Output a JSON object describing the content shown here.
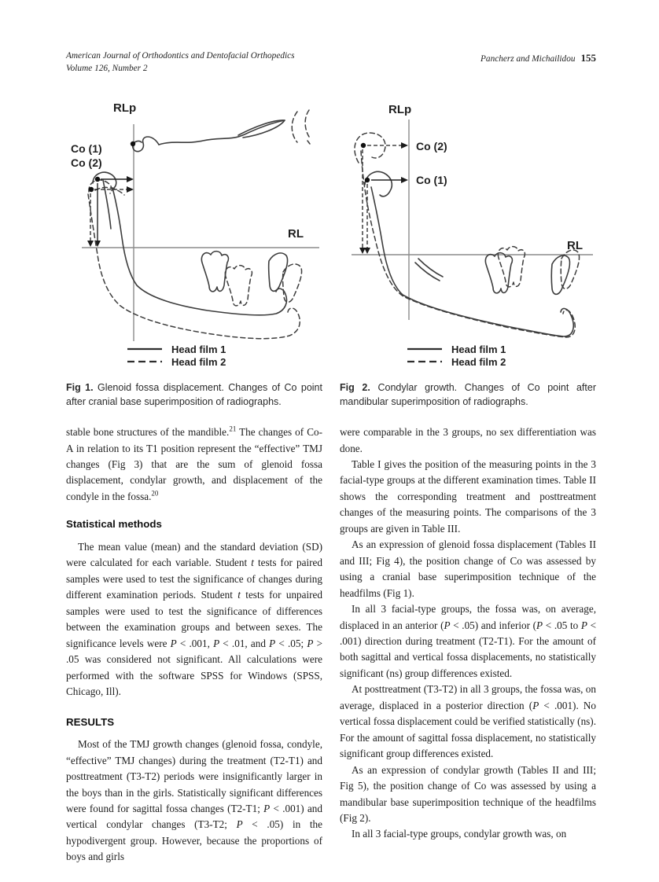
{
  "header": {
    "journal": "American Journal of Orthodontics and Dentofacial Orthopedics",
    "volume": "Volume 126, Number 2",
    "running_authors": "Pancherz and Michailidou",
    "page_number": "155"
  },
  "figures": {
    "fig1": {
      "labels": {
        "rlp": "RLp",
        "rl": "RL",
        "co1": "Co (1)",
        "co2": "Co (2)"
      },
      "legend": {
        "film1": "Head film 1",
        "film2": "Head film 2"
      },
      "caption_label": "Fig 1.",
      "caption_text": " Glenoid fossa displacement. Changes of Co point after cranial base superimposition of radiographs."
    },
    "fig2": {
      "labels": {
        "rlp": "RLp",
        "rl": "RL",
        "co1": "Co (1)",
        "co2": "Co (2)"
      },
      "legend": {
        "film1": "Head film 1",
        "film2": "Head film 2"
      },
      "caption_label": "Fig 2.",
      "caption_text": " Condylar growth. Changes of Co point after mandibular superimposition of radiographs."
    }
  },
  "left_column": {
    "p1a": "stable bone structures of the mandible.",
    "p1ref1": "21",
    "p1b": " The changes of Co-A in relation to its T1 position represent the “effective” TMJ changes (Fig 3) that are the sum of glenoid fossa displacement, condylar growth, and displacement of the condyle in the fossa.",
    "p1ref2": "20",
    "stat_heading": "Statistical methods",
    "stats": {
      "s0": "The mean value (mean) and the standard deviation (SD) were calculated for each variable. Student ",
      "i0": "t",
      "s1": " tests for paired samples were used to test the significance of changes during different examination periods. Student ",
      "i1": "t",
      "s2": " tests for unpaired samples were used to test the significance of differences between the examination groups and between sexes. The significance levels were ",
      "i2": "P",
      "s3": " < .001, ",
      "i3": "P",
      "s4": " < .01, and ",
      "i4": "P",
      "s5": " < .05; ",
      "i5": "P",
      "s6": " > .05 was considered not significant. All calculations were performed with the software SPSS for Windows (SPSS, Chicago, Ill)."
    },
    "results_heading": "RESULTS",
    "results": {
      "s0": "Most of the TMJ growth changes (glenoid fossa, condyle, “effective” TMJ changes) during the treatment (T2-T1) and posttreatment (T3-T2) periods were insignificantly larger in the boys than in the girls. Statistically significant differences were found for sagittal fossa changes (T2-T1; ",
      "i0": "P",
      "s1": " < .001) and vertical condylar changes (T3-T2; ",
      "i1": "P",
      "s2": " < .05) in the hypodivergent group. However, because the proportions of boys and girls"
    }
  },
  "right_column": {
    "p1": "were comparable in the 3 groups, no sex differentiation was done.",
    "p2": "Table I gives the position of the measuring points in the 3 facial-type groups at the different examination times. Table II shows the corresponding treatment and posttreatment changes of the measuring points. The comparisons of the 3 groups are given in Table III.",
    "p3": "As an expression of glenoid fossa displacement (Tables II and III; Fig 4), the position change of Co was assessed by using a cranial base superimposition technique of the headfilms (Fig 1).",
    "p4": {
      "s0": "In all 3 facial-type groups, the fossa was, on average, displaced in an anterior (",
      "i0": "P",
      "s1": " < .05) and inferior (",
      "i1": "P",
      "s2": " < .05 to ",
      "i2": "P",
      "s3": " < .001) direction during treatment (T2-T1). For the amount of both sagittal and vertical fossa displacements, no statistically significant (ns) group differences existed."
    },
    "p5": {
      "s0": "At posttreatment (T3-T2) in all 3 groups, the fossa was, on average, displaced in a posterior direction (",
      "i0": "P",
      "s1": " < .001). No vertical fossa displacement could be verified statistically (ns). For the amount of sagittal fossa displacement, no statistically significant group differences existed."
    },
    "p6": "As an expression of condylar growth (Tables II and III; Fig 5), the position change of Co was assessed by using a mandibular base superimposition technique of the headfilms (Fig 2).",
    "p7": "In all 3 facial-type groups, condylar growth was, on"
  },
  "colors": {
    "text": "#1c1c1c",
    "axis": "#8c8c8c",
    "drawing": "#3d3d3d"
  }
}
